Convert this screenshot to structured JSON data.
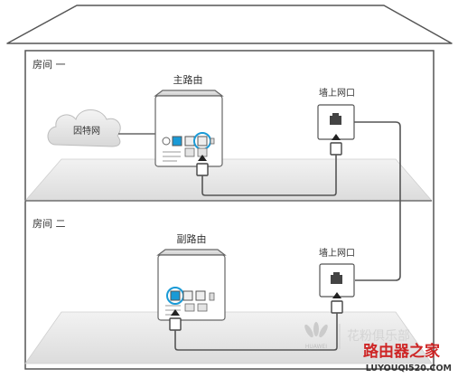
{
  "rooms": [
    {
      "label": "房间 一"
    },
    {
      "label": "房间 二"
    }
  ],
  "devices": {
    "main_router": {
      "label": "主路由"
    },
    "sub_router": {
      "label": "副路由"
    },
    "wall_port_top": {
      "label": "墙上网口"
    },
    "wall_port_bottom": {
      "label": "墙上网口"
    },
    "internet_cloud": {
      "label": "因特网"
    }
  },
  "watermark": {
    "brand_text": "HUAWEI",
    "club_text": "花粉俱乐部",
    "site_name": "路由器之家",
    "site_url": "LUYOUQI520.COM"
  },
  "colors": {
    "outline": "#555555",
    "line": "#666666",
    "floor": "#e6e6e6",
    "accent": "#1a9ad6",
    "watermark_red": "#cc1111"
  }
}
